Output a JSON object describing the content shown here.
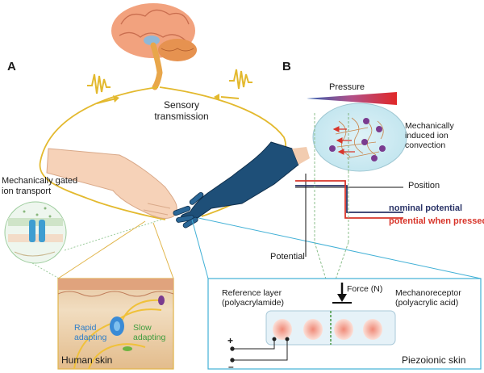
{
  "panels": {
    "a": "A",
    "b": "B"
  },
  "labels": {
    "sensory_transmission": [
      "Sensory",
      "transmission"
    ],
    "mech_gated": [
      "Mechanically gated",
      "ion transport"
    ],
    "rapid_adapting": [
      "Rapid",
      "adapting"
    ],
    "slow_adapting": [
      "Slow",
      "adapting"
    ],
    "human_skin": "Human skin",
    "pressure": "Pressure",
    "mech_induced": [
      "Mechanically",
      "induced ion",
      "convection"
    ],
    "position": "Position",
    "potential": "Potential",
    "nominal_potential": "nominal potential",
    "potential_pressed": "potential when pressed",
    "force": "Force (N)",
    "reference_layer": [
      "Reference layer",
      "(polyacrylamide)"
    ],
    "mechanoreceptor": [
      "Mechanoreceptor",
      "(polyacrylic acid)"
    ],
    "plus": "+",
    "minus": "–",
    "piezoionic_skin": "Piezoionic skin"
  },
  "colors": {
    "nerve": "#e3b92e",
    "skin": "#f6d2b8",
    "robot": "#1e4f78",
    "nominal": "#2b3468",
    "pressed": "#d8352a",
    "cyan_box": "#41b0d6",
    "gold_box": "#e1b54a",
    "positive_ion": "#7a3b8f"
  }
}
